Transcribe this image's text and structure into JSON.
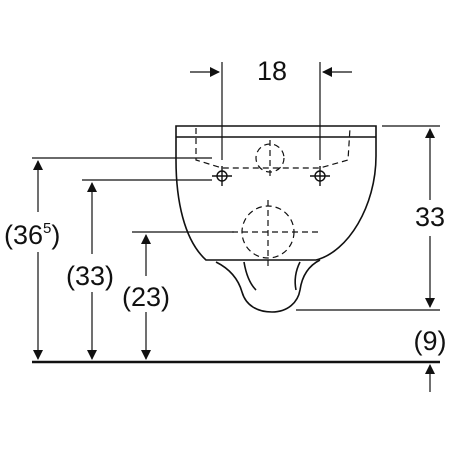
{
  "dimensions": {
    "top_width": "18",
    "right_height": "33",
    "floor_offset": "(9)",
    "total_height_main": "(36",
    "total_height_sup": "5",
    "total_height_close": ")",
    "outlet_height": "(33)",
    "inlet_height": "(23)"
  },
  "colors": {
    "line": "#111111",
    "background": "#ffffff"
  }
}
